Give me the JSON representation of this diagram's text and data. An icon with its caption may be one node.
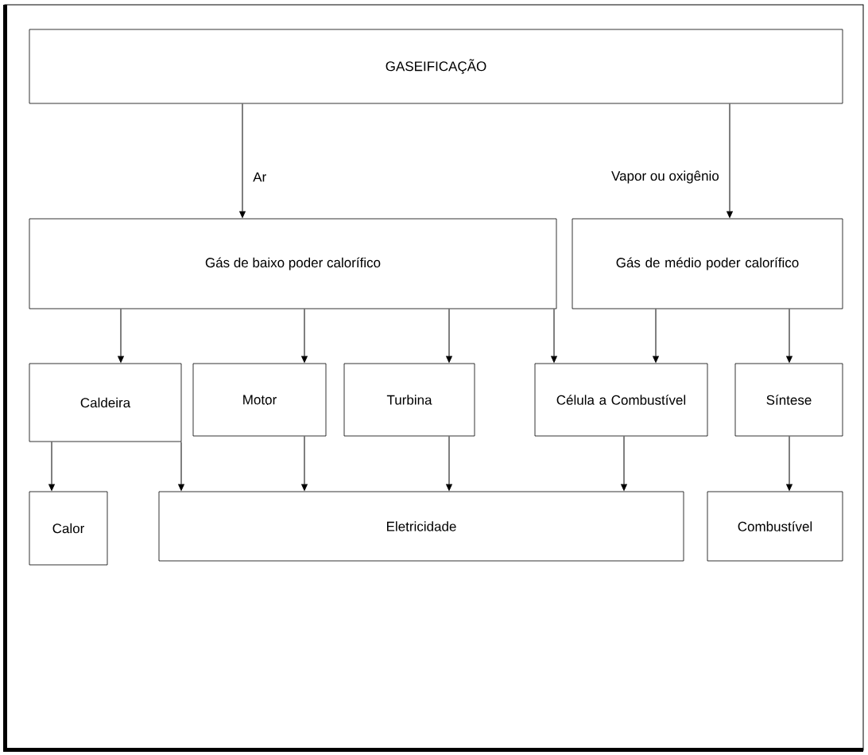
{
  "diagram": {
    "nodes": [
      {
        "text": [
          "GASEIFICAÇÃO"
        ]
      },
      {
        "text": [
          "Gás de baixo poder calorífico"
        ]
      },
      {
        "text": [
          "Gás de médio poder calorífico"
        ]
      },
      {
        "text": [
          "Caldeira"
        ]
      },
      {
        "text": [
          "Motor"
        ]
      },
      {
        "text": [
          "Turbina"
        ]
      },
      {
        "text": [
          "Célula a Combustível"
        ]
      },
      {
        "text": [
          "Síntese"
        ]
      },
      {
        "text": [
          "Calor"
        ]
      },
      {
        "text": [
          "Eletricidade"
        ]
      },
      {
        "text": [
          "Combustível"
        ]
      }
    ],
    "edges": [
      {
        "from": 0,
        "to": 1,
        "arrow": "to",
        "label": "Ar"
      },
      {
        "from": 0,
        "to": 2,
        "arrow": "to",
        "label": "Vapor ou oxigênio"
      },
      {
        "from": 1,
        "to": 3,
        "arrow": "to"
      },
      {
        "from": 1,
        "to": 4,
        "arrow": "to"
      },
      {
        "from": 1,
        "to": 5,
        "arrow": "to"
      },
      {
        "from": 1,
        "to": 6,
        "arrow": "to"
      },
      {
        "from": 2,
        "to": 6,
        "arrow": "to"
      },
      {
        "from": 2,
        "to": 7,
        "arrow": "to"
      },
      {
        "from": 3,
        "to": 8,
        "arrow": "to"
      },
      {
        "from": 3,
        "to": 9,
        "arrow": "to"
      },
      {
        "from": 4,
        "to": 9,
        "arrow": "to"
      },
      {
        "from": 5,
        "to": 9,
        "arrow": "to"
      },
      {
        "from": 6,
        "to": 9,
        "arrow": "to"
      },
      {
        "from": 7,
        "to": 10,
        "arrow": "to"
      }
    ]
  }
}
